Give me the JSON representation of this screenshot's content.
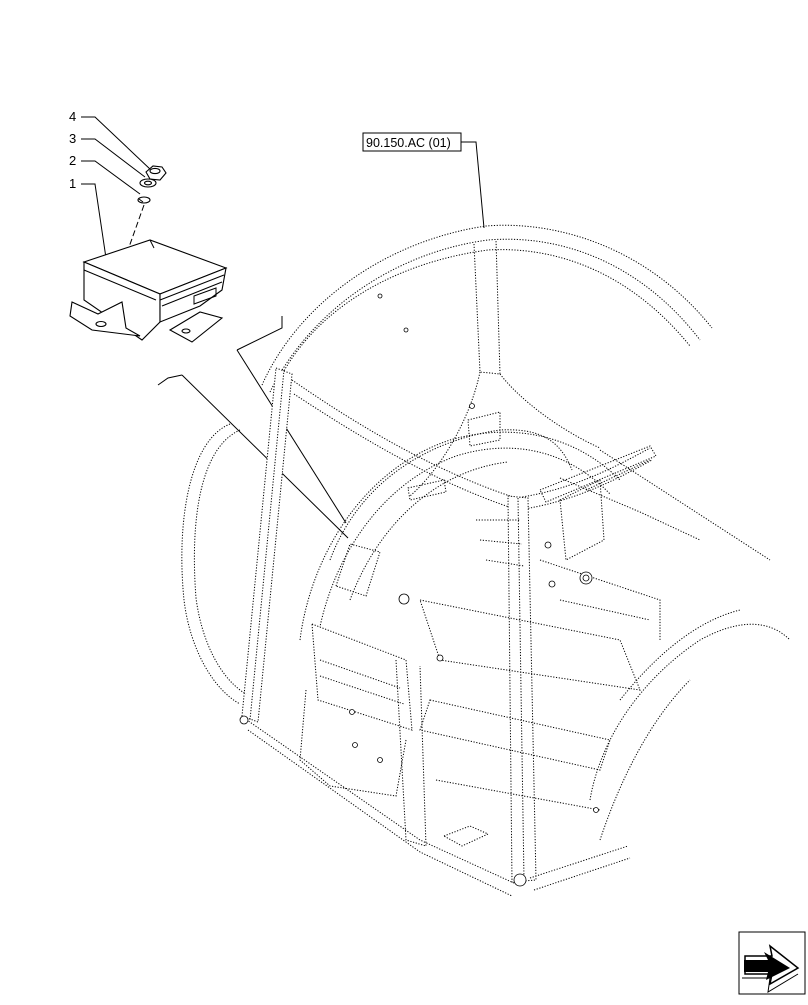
{
  "callouts": {
    "item_1": "1",
    "item_2": "2",
    "item_3": "3",
    "item_4": "4"
  },
  "reference": {
    "label": "90.150.AC (01)"
  },
  "icons": {
    "navigation": "next-page-arrow-icon"
  }
}
